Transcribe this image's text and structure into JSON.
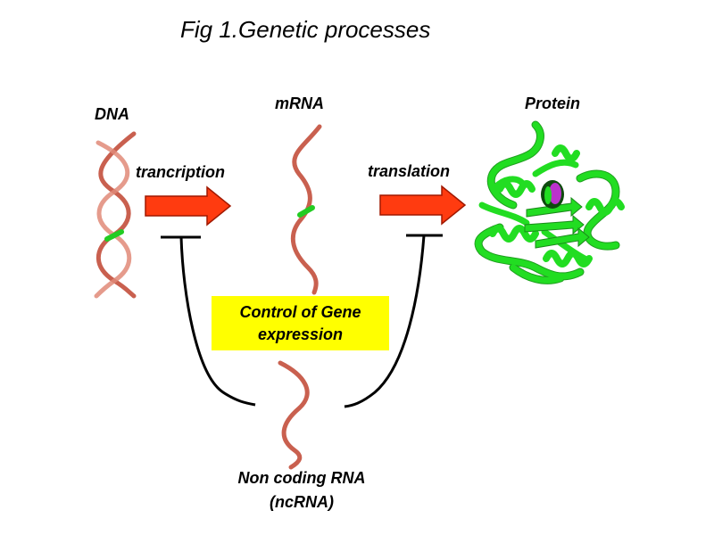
{
  "title": "Fig 1.Genetic processes",
  "nodes": {
    "dna": "DNA",
    "mrna": "mRNA",
    "protein": "Protein",
    "ncrna_line1": "Non coding RNA",
    "ncrna_line2": "(ncRNA)"
  },
  "steps": {
    "transcription": "trancription",
    "translation": "translation"
  },
  "control_box": {
    "text": "Control of Gene expression"
  },
  "colors": {
    "strand": "#c9604f",
    "arrow": "#ff3b10",
    "box": "#ffff00",
    "protein": "#22dd22",
    "highlight": "#bb33cc"
  },
  "icons": [
    "dna-helix-icon",
    "mrna-strand-icon",
    "protein-ribbon-icon",
    "ncrna-strand-icon"
  ]
}
